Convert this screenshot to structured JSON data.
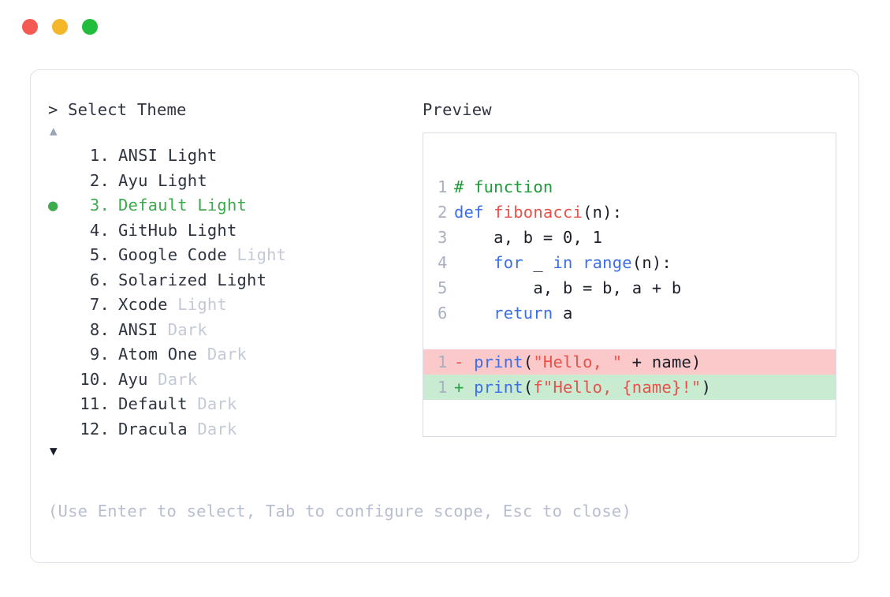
{
  "window": {
    "traffic_lights": [
      {
        "name": "close-button",
        "color": "#f55a52"
      },
      {
        "name": "minimize-button",
        "color": "#f5b72a"
      },
      {
        "name": "maximize-button",
        "color": "#22bd3c"
      }
    ]
  },
  "selector": {
    "prompt_caret": ">",
    "prompt_label": "Select Theme",
    "scroll_up_glyph": "▲",
    "scroll_down_glyph": "▼",
    "scroll_up_active": false,
    "scroll_down_active": true,
    "selected_index": 3,
    "selected_bullet": "●",
    "items": [
      {
        "index": "1.",
        "bullet": "",
        "selected": false,
        "segments": [
          {
            "text": "ANSI Light",
            "dim": false
          }
        ]
      },
      {
        "index": "2.",
        "bullet": "",
        "selected": false,
        "segments": [
          {
            "text": "Ayu Light",
            "dim": false
          }
        ]
      },
      {
        "index": "3.",
        "bullet": "●",
        "selected": true,
        "segments": [
          {
            "text": "Default Light",
            "dim": false
          }
        ]
      },
      {
        "index": "4.",
        "bullet": "",
        "selected": false,
        "segments": [
          {
            "text": "GitHub Light",
            "dim": false
          }
        ]
      },
      {
        "index": "5.",
        "bullet": "",
        "selected": false,
        "segments": [
          {
            "text": "Google Code ",
            "dim": false
          },
          {
            "text": "Light",
            "dim": true
          }
        ]
      },
      {
        "index": "6.",
        "bullet": "",
        "selected": false,
        "segments": [
          {
            "text": "Solarized Light",
            "dim": false
          }
        ]
      },
      {
        "index": "7.",
        "bullet": "",
        "selected": false,
        "segments": [
          {
            "text": "Xcode ",
            "dim": false
          },
          {
            "text": "Light",
            "dim": true
          }
        ]
      },
      {
        "index": "8.",
        "bullet": "",
        "selected": false,
        "segments": [
          {
            "text": "ANSI ",
            "dim": false
          },
          {
            "text": "Dark",
            "dim": true
          }
        ]
      },
      {
        "index": "9.",
        "bullet": "",
        "selected": false,
        "segments": [
          {
            "text": "Atom One ",
            "dim": false
          },
          {
            "text": "Dark",
            "dim": true
          }
        ]
      },
      {
        "index": "10.",
        "bullet": "",
        "selected": false,
        "segments": [
          {
            "text": "Ayu ",
            "dim": false
          },
          {
            "text": "Dark",
            "dim": true
          }
        ]
      },
      {
        "index": "11.",
        "bullet": "",
        "selected": false,
        "segments": [
          {
            "text": "Default ",
            "dim": false
          },
          {
            "text": "Dark",
            "dim": true
          }
        ]
      },
      {
        "index": "12.",
        "bullet": "",
        "selected": false,
        "segments": [
          {
            "text": "Dracula ",
            "dim": false
          },
          {
            "text": "Dark",
            "dim": true
          }
        ]
      }
    ],
    "hint": "(Use Enter to select, Tab to configure scope, Esc to close)"
  },
  "preview": {
    "label": "Preview",
    "code_lines": [
      {
        "num": "1",
        "tokens": [
          {
            "t": "# function",
            "c": "cmt"
          }
        ]
      },
      {
        "num": "2",
        "tokens": [
          {
            "t": "def ",
            "c": "kw"
          },
          {
            "t": "fibonacci",
            "c": "fn"
          },
          {
            "t": "(n):",
            "c": "plain"
          }
        ]
      },
      {
        "num": "3",
        "tokens": [
          {
            "t": "    a, b = ",
            "c": "plain"
          },
          {
            "t": "0",
            "c": "num"
          },
          {
            "t": ", ",
            "c": "plain"
          },
          {
            "t": "1",
            "c": "num"
          }
        ]
      },
      {
        "num": "4",
        "tokens": [
          {
            "t": "    ",
            "c": "plain"
          },
          {
            "t": "for",
            "c": "kw"
          },
          {
            "t": " _ ",
            "c": "plain"
          },
          {
            "t": "in",
            "c": "kw"
          },
          {
            "t": " ",
            "c": "plain"
          },
          {
            "t": "range",
            "c": "kw"
          },
          {
            "t": "(n):",
            "c": "plain"
          }
        ]
      },
      {
        "num": "5",
        "tokens": [
          {
            "t": "        a, b = b, a + b",
            "c": "plain"
          }
        ]
      },
      {
        "num": "6",
        "tokens": [
          {
            "t": "    ",
            "c": "plain"
          },
          {
            "t": "return",
            "c": "kw"
          },
          {
            "t": " a",
            "c": "plain"
          }
        ]
      }
    ],
    "diff_lines": [
      {
        "num": "1",
        "kind": "del",
        "marker": "-",
        "tokens": [
          {
            "t": "print",
            "c": "kw"
          },
          {
            "t": "(",
            "c": "plain"
          },
          {
            "t": "\"Hello, \"",
            "c": "str"
          },
          {
            "t": " + name)",
            "c": "plain"
          }
        ]
      },
      {
        "num": "1",
        "kind": "add",
        "marker": "+",
        "tokens": [
          {
            "t": "print",
            "c": "kw"
          },
          {
            "t": "(",
            "c": "plain"
          },
          {
            "t": "f\"Hello, {name}!\"",
            "c": "str"
          },
          {
            "t": ")",
            "c": "plain"
          }
        ]
      }
    ]
  },
  "colors": {
    "accent_green": "#3eaa4e",
    "dim_text": "#c3c9d6",
    "body_text": "#2e3440",
    "hint_text": "#b7bed0",
    "diff_del_bg": "#fbc9c9",
    "diff_add_bg": "#c9ebd2",
    "panel_border": "#dfe2e8",
    "preview_border": "#d9dde4"
  }
}
